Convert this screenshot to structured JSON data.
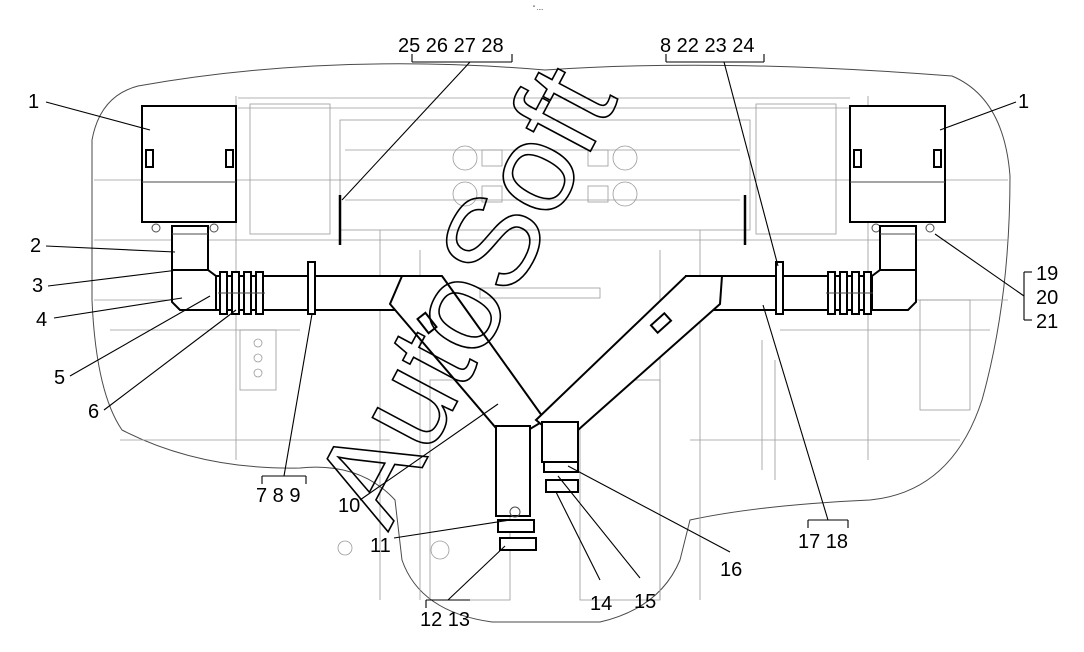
{
  "header": {
    "mark": "\" ...."
  },
  "watermark": {
    "text": "AutoSoft"
  },
  "labels": {
    "l1a": "1",
    "l1b": "1",
    "l2": "2",
    "l3": "3",
    "l4": "4",
    "l5": "5",
    "l6": "6",
    "l7_8_9": "7 8 9",
    "l10": "10",
    "l11": "11",
    "l12_13": "12 13",
    "l14": "14",
    "l15": "15",
    "l16": "16",
    "l17_18": "17 18",
    "l19": "19",
    "l20": "20",
    "l21": "21",
    "l25_28": "25 26 27 28",
    "l8_24": "8 22 23 24"
  }
}
